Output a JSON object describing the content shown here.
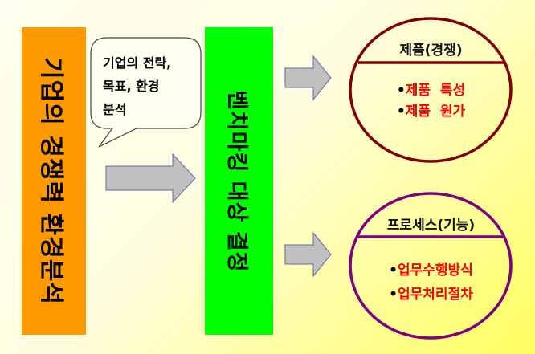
{
  "left_box": {
    "label": "기업의 경쟁력 환경분석",
    "color": "#ff9900"
  },
  "callout": {
    "lines": [
      "기업의 전략,",
      "목표, 환경",
      "분석"
    ]
  },
  "center_box": {
    "label": "벤치마킹 대상 결정",
    "color": "#00ff00"
  },
  "targets": [
    {
      "title": "제품(경쟁)",
      "border_color": "#800000",
      "items": [
        "제품  특성",
        "제품  원가"
      ]
    },
    {
      "title": "프로세스(기능)",
      "border_color": "#800080",
      "items": [
        "업무수행방식",
        "업무처리절차"
      ]
    }
  ],
  "bullet": "•"
}
